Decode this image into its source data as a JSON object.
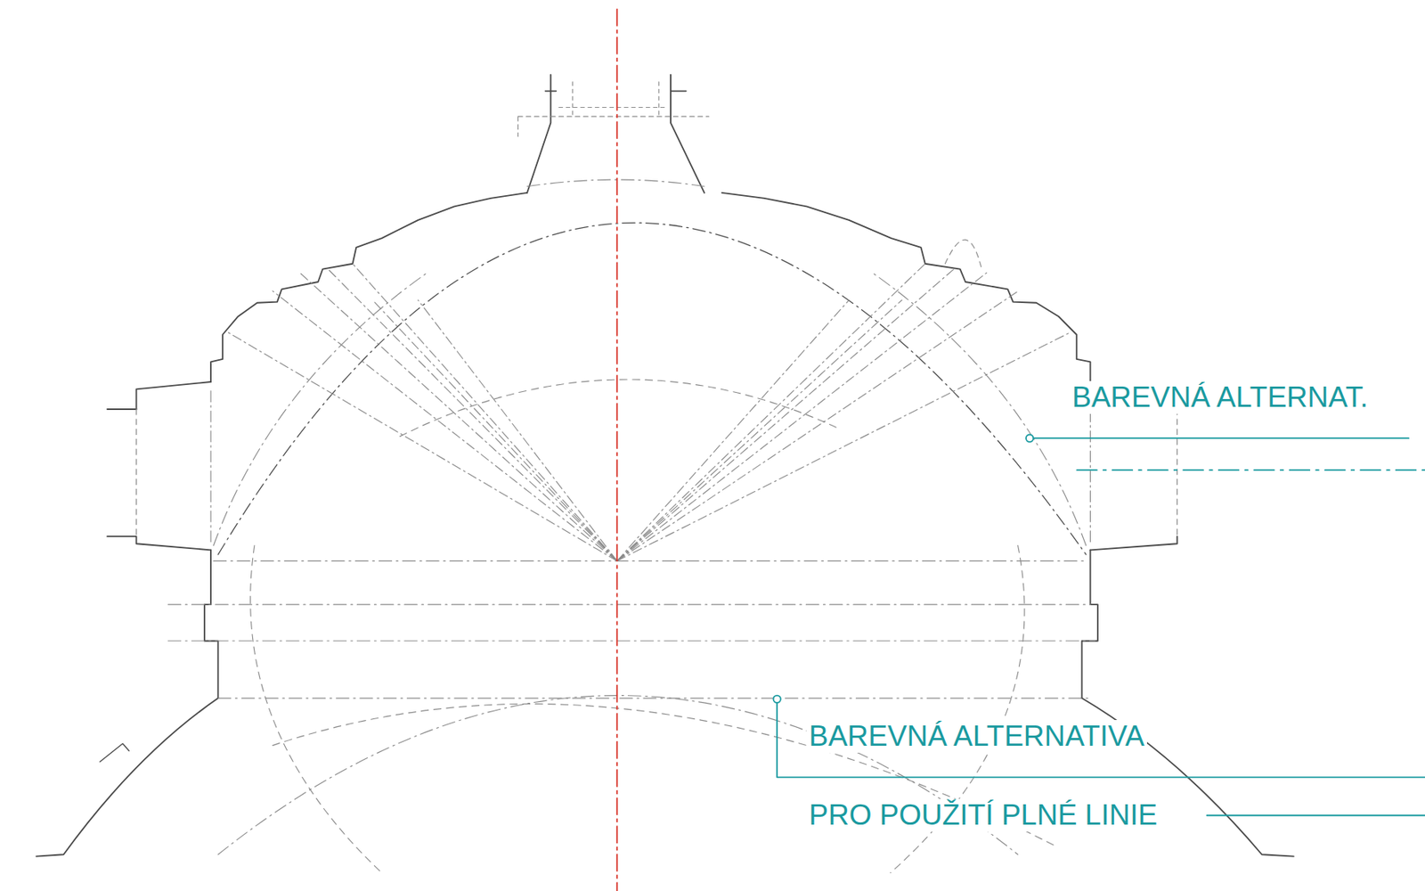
{
  "diagram": {
    "labels": [
      "BAREVNÁ ALTERNAT.",
      "BAREVNÁ ALTERNATIVA",
      "PRO POUŽITÍ PLNÉ LINIE"
    ]
  }
}
